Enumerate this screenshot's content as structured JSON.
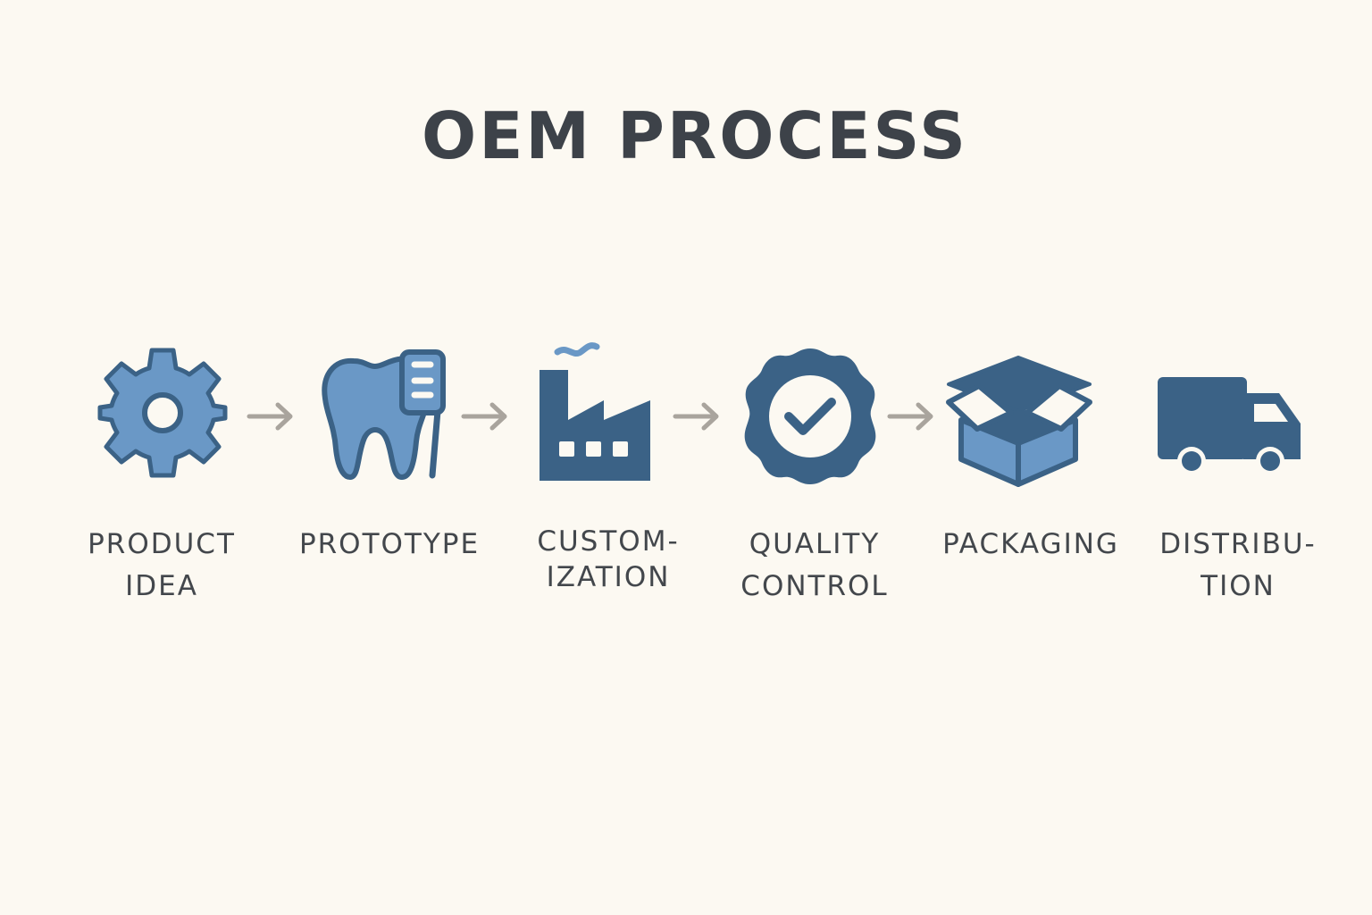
{
  "title": "OEM PROCESS",
  "colors": {
    "background": "#fcf9f2",
    "icon_fill": "#6a98c6",
    "icon_dark": "#3b6286",
    "arrow": "#a9a49d",
    "text": "#43474c"
  },
  "steps": [
    {
      "icon": "gear-icon",
      "label": [
        "PRODUCT",
        "IDEA"
      ]
    },
    {
      "icon": "tooth-toothbrush-icon",
      "label": [
        "PROTOTYPE"
      ]
    },
    {
      "icon": "factory-icon",
      "label": [
        "CUSTOM-",
        "IZATION"
      ]
    },
    {
      "icon": "badge-check-icon",
      "label": [
        "QUALITY",
        "CONTROL"
      ]
    },
    {
      "icon": "open-box-icon",
      "label": [
        "PACKAGING"
      ]
    },
    {
      "icon": "truck-icon",
      "label": [
        "DISTRIBU-",
        "TION"
      ]
    }
  ]
}
